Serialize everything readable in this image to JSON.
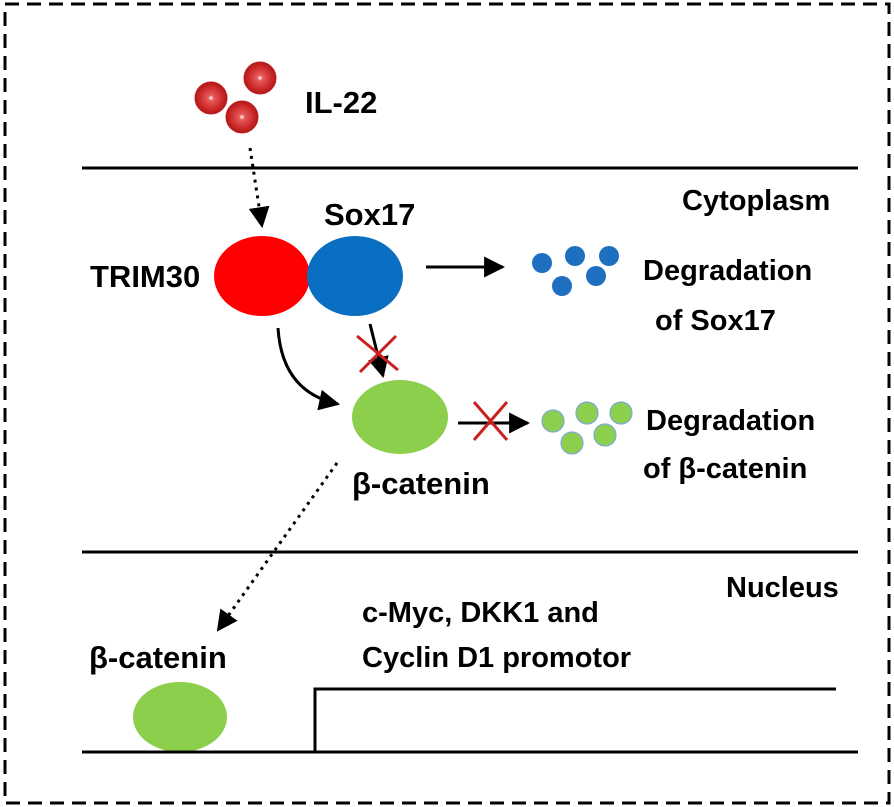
{
  "labels": {
    "il22": "IL-22",
    "cytoplasm": "Cytoplasm",
    "trim30": "TRIM30",
    "sox17": "Sox17",
    "degradation_sox17_line1": "Degradation",
    "degradation_sox17_line2": "of Sox17",
    "beta_catenin_cytoplasm": "β-catenin",
    "degradation_bcat_line1": "Degradation",
    "degradation_bcat_line2": "of β-catenin",
    "nucleus": "Nucleus",
    "promoter_line1": "c-Myc, DKK1 and",
    "promoter_line2": "Cyclin D1 promotor",
    "beta_catenin_nucleus": "β-catenin"
  },
  "colors": {
    "il22_particle": "#cc2a2a",
    "trim30": "#ff0000",
    "sox17": "#0a6fc2",
    "sox17_fragment": "#1e6fc0",
    "beta_catenin": "#8ccf4d",
    "inhibit_cross": "#cc1f1f",
    "line": "#000000"
  },
  "icons": {
    "il22": "cytokine-particles-icon",
    "sox17_fragments": "degraded-protein-dots-icon",
    "bcat_fragments": "degraded-protein-dots-icon",
    "inhibit": "x-cross-icon"
  }
}
